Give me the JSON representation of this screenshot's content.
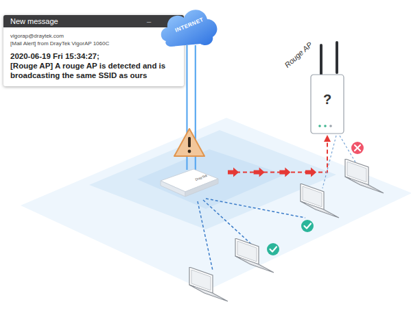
{
  "diagram": {
    "nodes": [
      {
        "text": [
          "New message",
          "vigorap@draytek.com",
          "[Mail Alert] from DrayTek VigorAP 1060C",
          "2020-06-19 Fri 15:34:27;",
          "[Rouge AP] A rouge AP is detected and is broadcasting the same SSID as ours"
        ]
      },
      {
        "text": [
          "INTERNET"
        ]
      },
      {
        "text": [
          "DrayTek"
        ]
      },
      {
        "text": [
          "Rouge AP",
          "?"
        ]
      }
    ],
    "edges": [
      {
        "from": 1,
        "to": 2,
        "arrow": "none"
      },
      {
        "from": 2,
        "to": 3,
        "arrow": "to"
      }
    ],
    "labels": [
      "_"
    ]
  }
}
